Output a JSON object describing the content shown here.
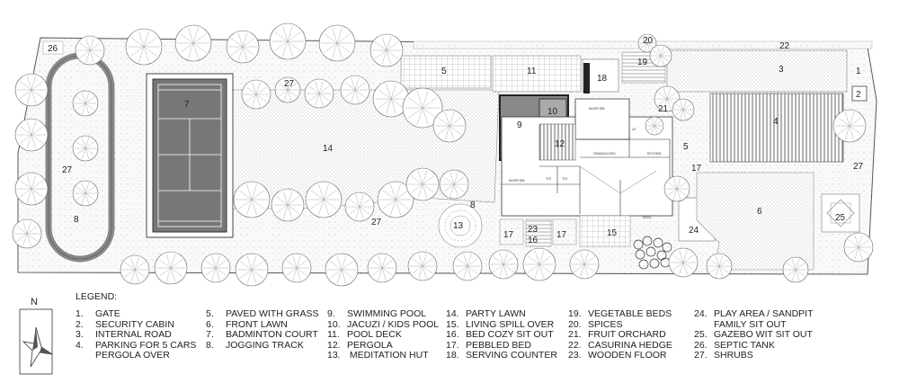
{
  "plan_labels": {
    "l1": "1",
    "l2": "2",
    "l3": "3",
    "l4": "4",
    "l5a": "5",
    "l5b": "5",
    "l6": "6",
    "l7": "7",
    "l8a": "8",
    "l8b": "8",
    "l9": "9",
    "l10": "10",
    "l11": "11",
    "l12": "12",
    "l13": "13",
    "l14": "14",
    "l15": "15",
    "l16": "16",
    "l17a": "17",
    "l17b": "17",
    "l17c": "17",
    "l18": "18",
    "l19": "19",
    "l20": "20",
    "l21": "21",
    "l22": "22",
    "l23": "23",
    "l24": "24",
    "l25": "25",
    "l26": "26",
    "l27a": "27",
    "l27b": "27",
    "l27c": "27",
    "l27d": "27"
  },
  "room_labels": {
    "r1": "MOOR EBI",
    "r2": "DINING/LIVING",
    "r3": "KITCHEN",
    "r4": "MOOR EBI",
    "r5": "TOI",
    "r6": "TOI",
    "r7": "DECK",
    "r8": "UT"
  },
  "north": "N",
  "legend": {
    "title": "LEGEND:",
    "columns": [
      [
        {
          "num": "1.",
          "text": "GATE"
        },
        {
          "num": "2.",
          "text": "SECURITY CABIN"
        },
        {
          "num": "3.",
          "text": "INTERNAL ROAD"
        },
        {
          "num": "4.",
          "text": "PARKING FOR 5 CARS"
        },
        {
          "num": "",
          "text": "PERGOLA OVER"
        }
      ],
      [
        {
          "num": "5.",
          "text": "PAVED WITH GRASS"
        },
        {
          "num": "6.",
          "text": "FRONT LAWN"
        },
        {
          "num": "7.",
          "text": "BADMINTON COURT"
        },
        {
          "num": "8.",
          "text": "JOGGING TRACK"
        }
      ],
      [
        {
          "num": "9.",
          "text": "SWIMMING POOL"
        },
        {
          "num": "10.",
          "text": "JACUZI / KIDS POOL"
        },
        {
          "num": "11.",
          "text": "POOL DECK"
        },
        {
          "num": "12.",
          "text": "PERGOLA"
        },
        {
          "num": "13.",
          "text": "  MEDITATION HUT"
        }
      ],
      [
        {
          "num": "14.",
          "text": "PARTY LAWN"
        },
        {
          "num": "15.",
          "text": "LIVING SPILL OVER"
        },
        {
          "num": "16.",
          "text": "BED COZY SIT OUT"
        },
        {
          "num": "17.",
          "text": "PEBBLED BED"
        },
        {
          "num": "18.",
          "text": "SERVING COUNTER"
        }
      ],
      [
        {
          "num": "19.",
          "text": "VEGETABLE BEDS"
        },
        {
          "num": "20.",
          "text": "SPICES"
        },
        {
          "num": "21.",
          "text": "FRUIT ORCHARD"
        },
        {
          "num": "22.",
          "text": "CASURINA HEDGE"
        },
        {
          "num": "23.",
          "text": "WOODEN FLOOR"
        }
      ],
      [
        {
          "num": "24.",
          "text": "PLAY AREA / SANDPIT"
        },
        {
          "num": "",
          "text": "FAMILY SIT OUT"
        },
        {
          "num": "25.",
          "text": "GAZEBO WIT SIT OUT"
        },
        {
          "num": "26.",
          "text": "SEPTIC TANK"
        },
        {
          "num": "27.",
          "text": "SHRUBS"
        }
      ]
    ]
  }
}
